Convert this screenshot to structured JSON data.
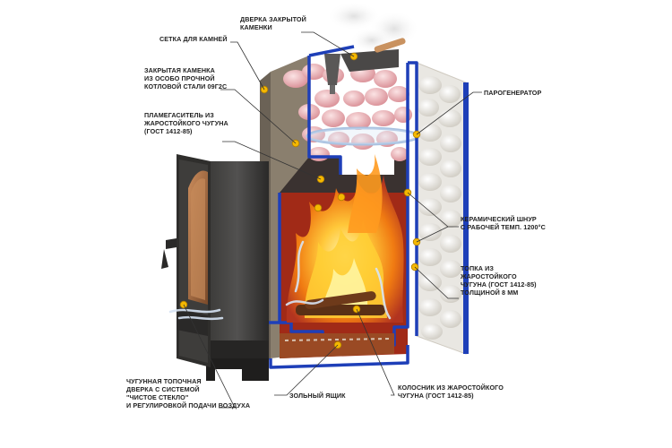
{
  "labels": {
    "door_stone": [
      "ДВЕРКА ЗАКРЫТОЙ",
      "КАМЕНКИ"
    ],
    "stone_net": [
      "СЕТКА ДЛЯ КАМНЕЙ"
    ],
    "closed_stove": [
      "ЗАКРЫТАЯ КАМЕНКА",
      "ИЗ ОСОБО ПРОЧНОЙ",
      "КОТЛОВОЙ СТАЛИ 09Г2С"
    ],
    "flame_damper": [
      "ПЛАМЕГАСИТЕЛЬ ИЗ",
      "ЖАРОСТОЙКОГО ЧУГУНА",
      "(ГОСТ 1412-85)"
    ],
    "steam_gen": [
      "ПАРОГЕНЕРАТОР"
    ],
    "ceramic_cord": [
      "КЕРАМИЧЕСКИЙ ШНУР",
      "С РАБОЧЕЙ ТЕМП. 1200°С"
    ],
    "firebox": [
      "ТОПКА ИЗ",
      "ЖАРОСТОЙКОГО",
      "ЧУГУНА (ГОСТ 1412-85)",
      "ТОЛЩИНОЙ 8 ММ"
    ],
    "fire_door": [
      "ЧУГУННАЯ ТОПОЧНАЯ",
      "ДВЕРКА С СИСТЕМОЙ",
      "\"ЧИСТОЕ СТЕКЛО\"",
      "И РЕГУЛИРОВКОЙ ПОДАЧИ ВОЗДУХА"
    ],
    "ash_box": [
      "ЗОЛЬНЫЙ ЯЩИК"
    ],
    "grate": [
      "КОЛОСНИК ИЗ ЖАРОСТОЙКОГО",
      "ЧУГУНА (ГОСТ 1412-85)"
    ]
  },
  "colors": {
    "steel_blue": "#1e3fb8",
    "cast_iron": "#2f2e2c",
    "fire_orange": "#f07a12",
    "fire_yellow": "#ffd23a",
    "stone_pink": "#e9a9ae",
    "stone_white": "#ece9e2",
    "inner_red": "#b2341f",
    "marker": "#f5b800"
  }
}
